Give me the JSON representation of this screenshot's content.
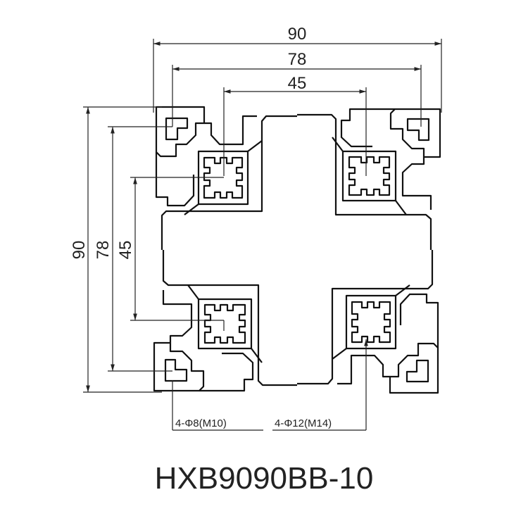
{
  "dimensions": {
    "top_overall": "90",
    "top_slot_spacing": "78",
    "top_core_spacing": "45",
    "left_overall": "90",
    "left_slot_spacing": "78",
    "left_core_spacing": "45"
  },
  "callouts": {
    "small_holes": "4-Φ8(M10)",
    "large_holes": "4-Φ12(M14)"
  },
  "model": "HXB9090BB-10"
}
